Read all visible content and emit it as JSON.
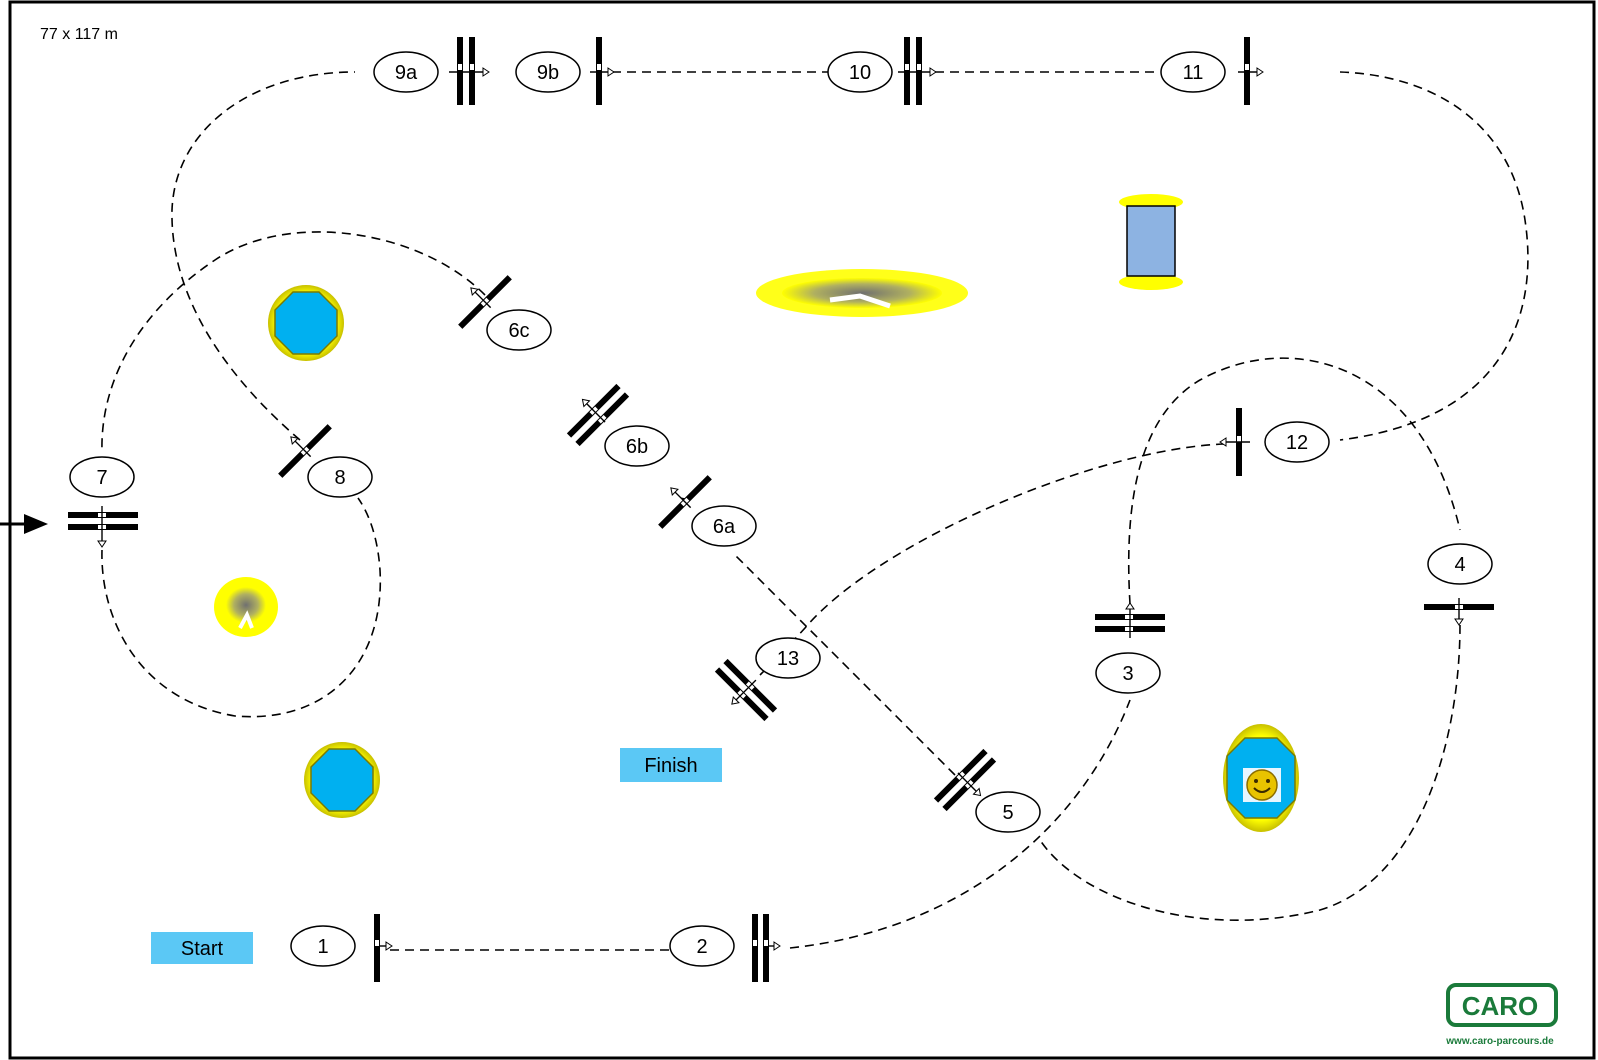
{
  "arena": {
    "dimensions_label": "77 x 117 m"
  },
  "labels": {
    "start": "Start",
    "finish": "Finish"
  },
  "numbers": {
    "n1": "1",
    "n2": "2",
    "n3": "3",
    "n4": "4",
    "n5": "5",
    "n6a": "6a",
    "n6b": "6b",
    "n6c": "6c",
    "n7": "7",
    "n8": "8",
    "n9a": "9a",
    "n9b": "9b",
    "n10": "10",
    "n11": "11",
    "n12": "12",
    "n13": "13"
  },
  "logo": {
    "brand": "CARO",
    "url": "www.caro-parcours.de"
  },
  "colors": {
    "water": "#00b0f0",
    "label_fill": "#5bc8f5",
    "hedge_yellow": "#ffff00",
    "hedge_grey": "#7f7f7f",
    "logo_green": "#1a7a3a",
    "trailer_blue": "#8db3e2"
  },
  "icons": {
    "rider_entry": "arrow-right-icon",
    "smiley": "smiley-icon"
  }
}
